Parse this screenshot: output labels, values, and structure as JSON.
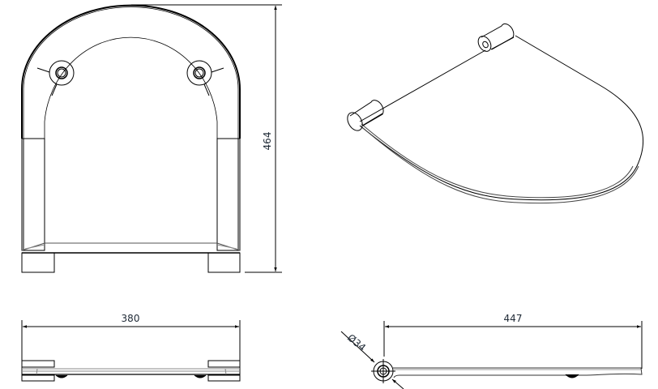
{
  "drawing": {
    "views": {
      "front": {
        "name": "front-view",
        "height_dimension": "464"
      },
      "isometric": {
        "name": "isometric-view"
      },
      "top_width": {
        "name": "bottom-view-width",
        "width_dimension": "380"
      },
      "side": {
        "name": "side-view",
        "length_dimension": "447",
        "hinge_diameter": "Ø34"
      }
    },
    "colors": {
      "line": "#000000",
      "text": "#1f2a36",
      "background": "#ffffff",
      "shade": "#9a9a9a"
    }
  }
}
